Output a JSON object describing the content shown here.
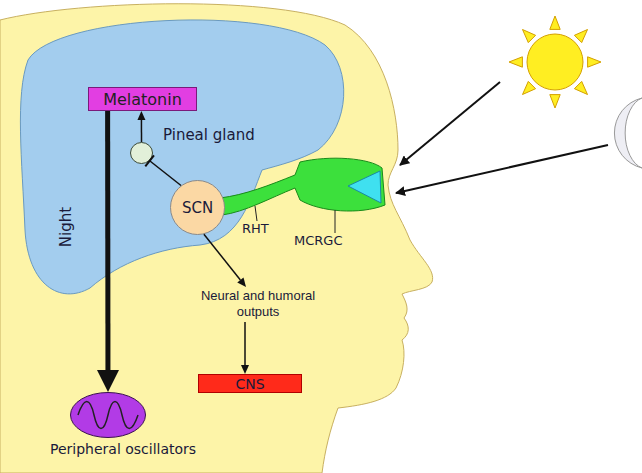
{
  "diagram": {
    "nodes": [
      {
        "text": [
          "Melatonin"
        ]
      },
      {
        "text": [
          "Pineal gland"
        ]
      },
      {
        "text": [
          "SCN"
        ]
      },
      {
        "text": [
          "CNS"
        ]
      },
      {
        "text": [
          "Peripheral oscillators"
        ]
      }
    ],
    "edges": [
      {
        "from": 1,
        "to": 0,
        "arrow": "to"
      },
      {
        "from": 2,
        "to": 1,
        "arrow": "to"
      },
      {
        "from": 0,
        "to": 4,
        "arrow": "to"
      },
      {
        "from": 2,
        "to": 3,
        "arrow": "to",
        "label": "Neural and humoral outputs"
      }
    ],
    "labels": [
      "Night",
      "RHT",
      "MCRGC"
    ]
  }
}
